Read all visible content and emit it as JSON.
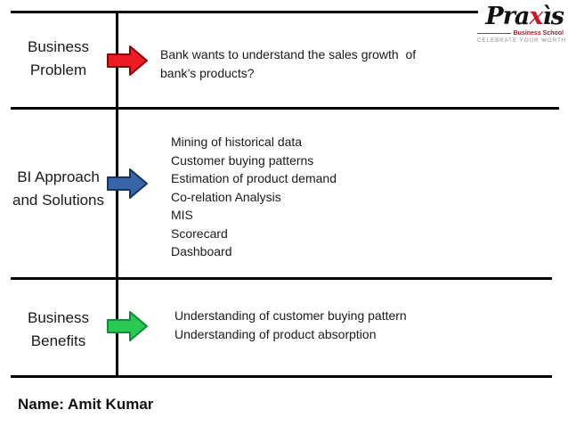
{
  "slide": {
    "background": "#ffffff",
    "line_color": "#000000",
    "text_color": "#1a1a1a"
  },
  "logo": {
    "text_pre": "Pra",
    "text_x": "x",
    "text_post": "ìs",
    "subtitle": "Business School",
    "tagline": "CELEBRATE YOUR WORTH",
    "x_color": "#c41931",
    "subtitle_color": "#9b1c2e",
    "tagline_color": "#8a8a8a"
  },
  "sections": [
    {
      "id": "business-problem",
      "label": "Business\nProblem",
      "arrow_color": "#ec1c24",
      "arrow_edge": "#8b0304",
      "content": "Bank wants to understand the sales growth  of\nbank’s products?"
    },
    {
      "id": "bi-approach-and-solutions",
      "label": "BI Approach\nand Solutions",
      "arrow_color": "#3865a8",
      "arrow_edge": "#17365d",
      "items": [
        "Mining of historical data",
        "Customer buying patterns",
        "Estimation of product demand",
        "Co-relation Analysis",
        "MIS",
        "Scorecard",
        "Dashboard"
      ]
    },
    {
      "id": "business-benefits",
      "label": "Business\nBenefits",
      "arrow_color": "#29c953",
      "arrow_edge": "#118a3c",
      "content": "Understanding of customer buying pattern\nUnderstanding of product absorption"
    }
  ],
  "footer": {
    "name_label": "Name: Amit Kumar"
  }
}
